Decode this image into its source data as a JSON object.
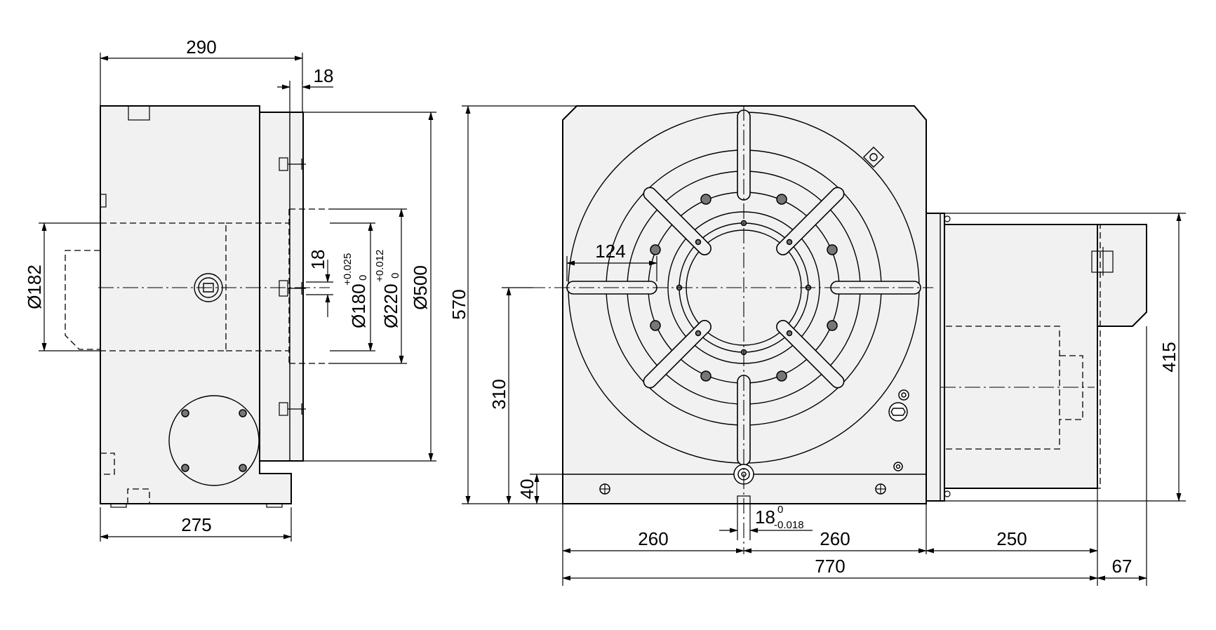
{
  "side_view": {
    "width_top": "290",
    "flange_thickness": "18",
    "diameter_182": "Ø182",
    "slot_width": "18",
    "bore_180": "Ø180",
    "bore_180_tol_upper": "+0.025",
    "bore_180_tol_lower": "0",
    "bore_220": "Ø220",
    "bore_220_tol_upper": "+0.012",
    "bore_220_tol_lower": "0",
    "table_diameter": "Ø500",
    "base_width": "275"
  },
  "front_view": {
    "overall_height": "570",
    "center_height": "310",
    "base_height": "40",
    "slot_radius": "124",
    "key_width": "18",
    "key_tol_upper": "0",
    "key_tol_lower": "-0.018",
    "half_width_left": "260",
    "half_width_right": "260",
    "motor_length": "250",
    "overall_width": "770",
    "motor_overhang": "67",
    "motor_height": "415"
  }
}
